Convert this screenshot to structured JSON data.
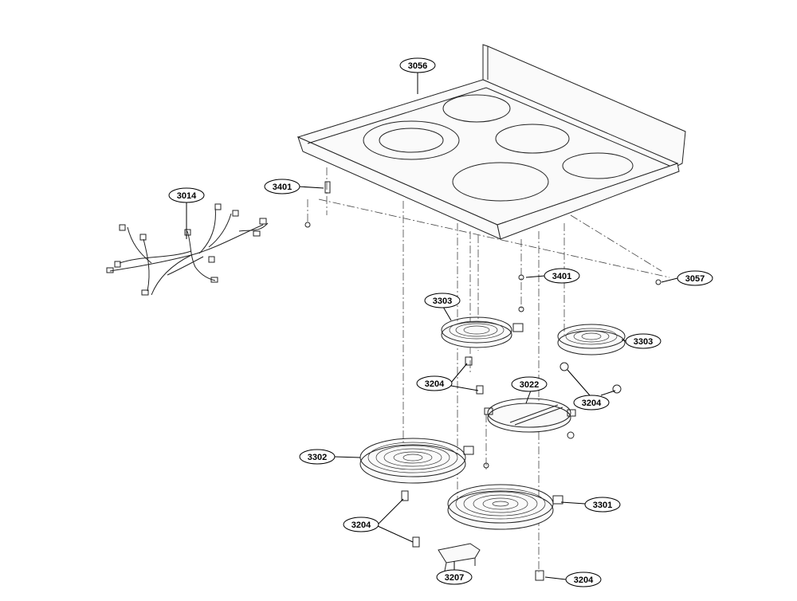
{
  "callouts": [
    {
      "id": "3056",
      "label": "3056"
    },
    {
      "id": "3014",
      "label": "3014"
    },
    {
      "id": "3401a",
      "label": "3401"
    },
    {
      "id": "3401b",
      "label": "3401"
    },
    {
      "id": "3057",
      "label": "3057"
    },
    {
      "id": "3303a",
      "label": "3303"
    },
    {
      "id": "3303b",
      "label": "3303"
    },
    {
      "id": "3204a",
      "label": "3204"
    },
    {
      "id": "3022",
      "label": "3022"
    },
    {
      "id": "3204b",
      "label": "3204"
    },
    {
      "id": "3302",
      "label": "3302"
    },
    {
      "id": "3301",
      "label": "3301"
    },
    {
      "id": "3204c",
      "label": "3204"
    },
    {
      "id": "3207",
      "label": "3207"
    },
    {
      "id": "3204d",
      "label": "3204"
    }
  ]
}
